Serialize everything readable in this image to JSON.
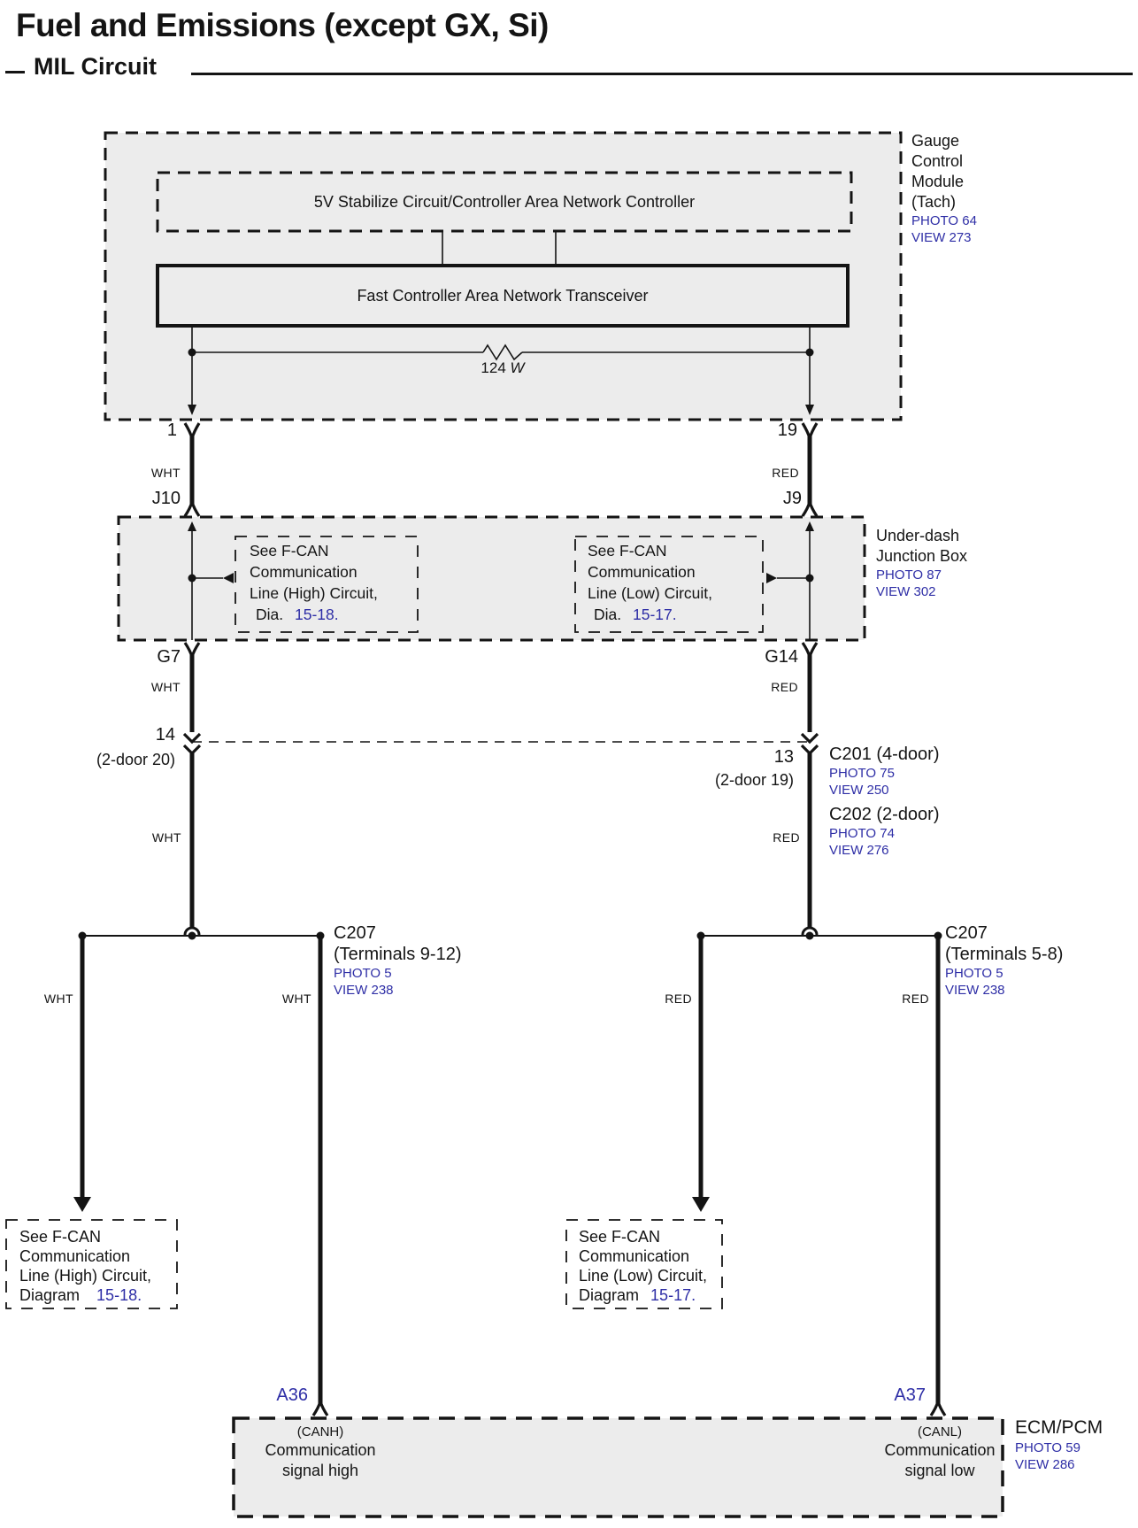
{
  "title": "Fuel and Emissions (except GX, Si)",
  "subtitle": "MIL Circuit",
  "colors": {
    "link": "#2e2ea6",
    "ink": "#141414",
    "panel": "#ececec"
  },
  "gauge": {
    "name": [
      "Gauge",
      "Control",
      "Module",
      "(Tach)"
    ],
    "photo": "PHOTO 64",
    "view": "VIEW 273",
    "controller": "5V Stabilize Circuit/Controller Area Network Controller",
    "transceiver": "Fast Controller Area Network Transceiver",
    "resistor_value": "124",
    "resistor_unit": "W",
    "pin_left": "1",
    "pin_right": "19"
  },
  "wires": {
    "left_color_1": "WHT",
    "right_color_1": "RED",
    "left_conn": "J10",
    "right_conn": "J9",
    "left_term": "G7",
    "right_term": "G14",
    "left_color_2": "WHT",
    "right_color_2": "RED",
    "left_pin_mid": "14",
    "left_pin_mid_alt": "(2-door 20)",
    "right_pin_mid": "13",
    "right_pin_mid_alt": "(2-door 19)",
    "left_color_3": "WHT",
    "right_color_3": "RED",
    "branch_labels": [
      "WHT",
      "WHT",
      "RED",
      "RED"
    ]
  },
  "junction": {
    "name": [
      "Under-dash",
      "Junction Box"
    ],
    "photo": "PHOTO 87",
    "view": "VIEW 302",
    "left_note": {
      "l1": "See F-CAN",
      "l2": "Communication",
      "l3": "Line (High) Circuit,",
      "prefix": "Dia.",
      "link": "15-18."
    },
    "right_note": {
      "l1": "See F-CAN",
      "l2": "Communication",
      "l3": "Line (Low) Circuit,",
      "prefix": "Dia.",
      "link": "15-17."
    }
  },
  "connectors": {
    "c201": {
      "name": "C201 (4-door)",
      "photo": "PHOTO 75",
      "view": "VIEW 250"
    },
    "c202": {
      "name": "C202 (2-door)",
      "photo": "PHOTO 74",
      "view": "VIEW 276"
    },
    "c207_left": {
      "name": "C207",
      "terminals": "(Terminals 9-12)",
      "photo": "PHOTO 5",
      "view": "VIEW 238"
    },
    "c207_right": {
      "name": "C207",
      "terminals": "(Terminals 5-8)",
      "photo": "PHOTO 5",
      "view": "VIEW 238"
    }
  },
  "bottom_notes": {
    "left": {
      "l1": "See F-CAN",
      "l2": "Communication",
      "l3": "Line (High) Circuit,",
      "prefix": "Diagram",
      "link": "15-18."
    },
    "right": {
      "l1": "See F-CAN",
      "l2": "Communication",
      "l3": "Line (Low) Circuit,",
      "prefix": "Diagram",
      "link": "15-17."
    }
  },
  "ecm": {
    "pin_left": "A36",
    "pin_right": "A37",
    "left_tag": "(CANH)",
    "left_l1": "Communication",
    "left_l2": "signal high",
    "right_tag": "(CANL)",
    "right_l1": "Communication",
    "right_l2": "signal low",
    "name": "ECM/PCM",
    "photo": "PHOTO 59",
    "view": "VIEW 286"
  }
}
